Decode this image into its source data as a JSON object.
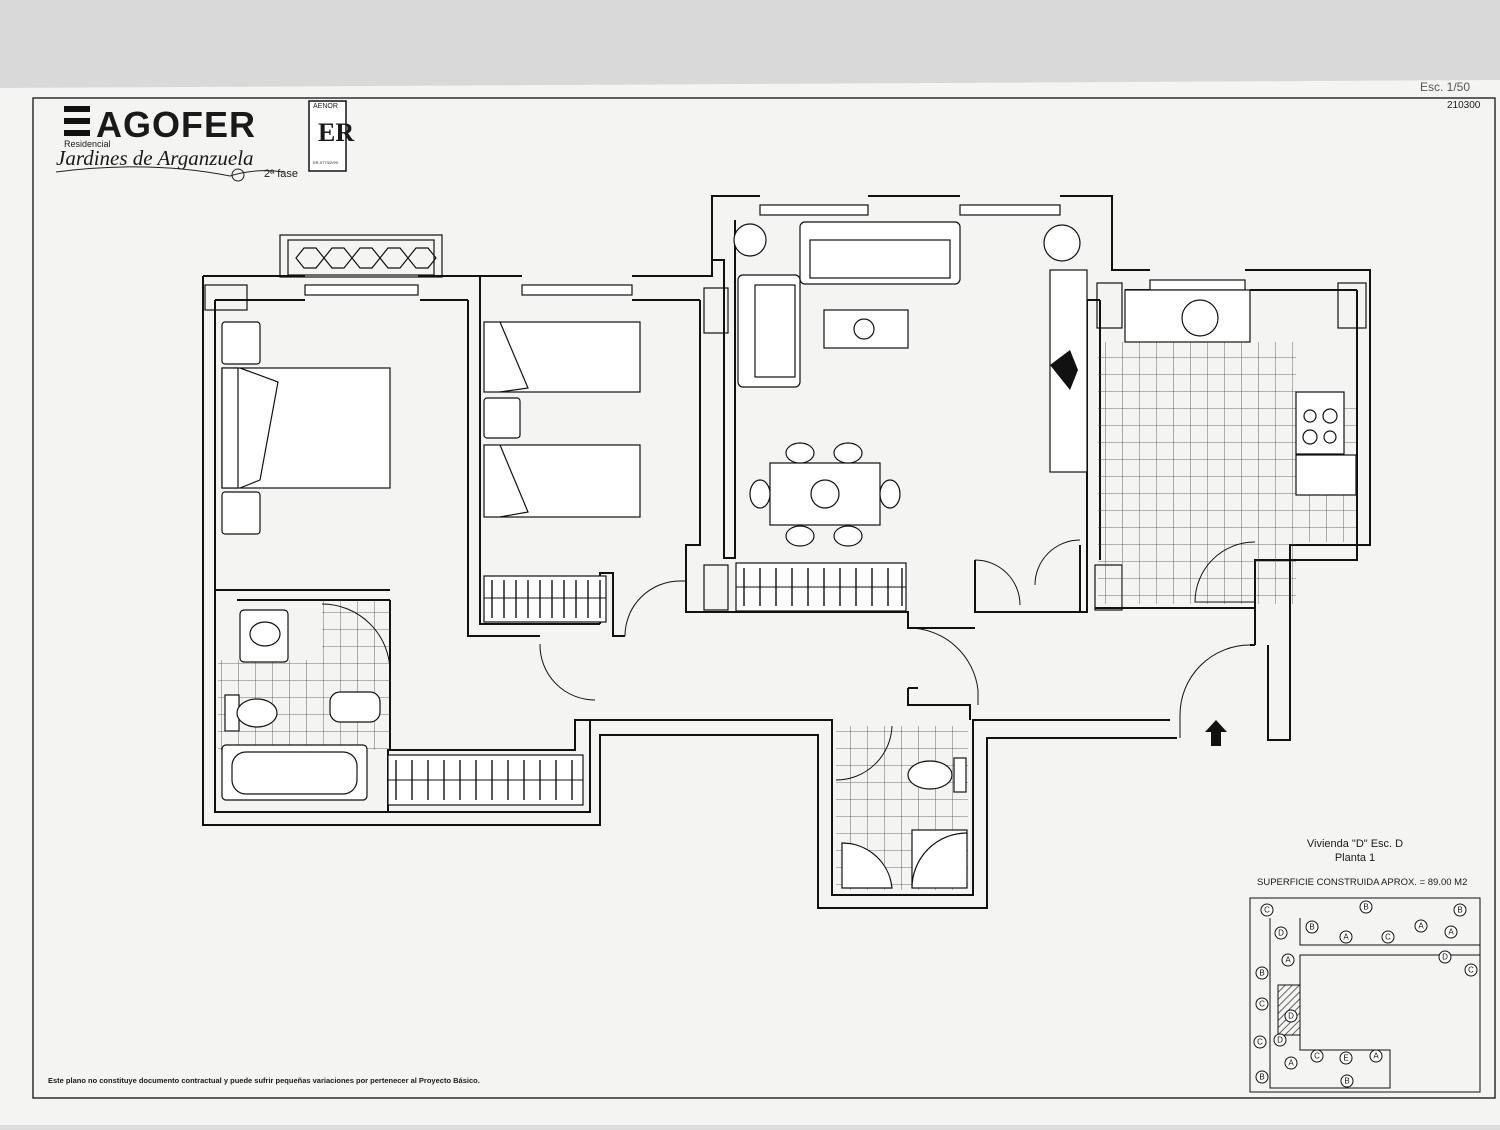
{
  "header": {
    "brand_name": "AGOFER",
    "brand_sub": "Residencial",
    "project_name": "Jardines de Arganzuela",
    "phase": "2ª fase",
    "cert_top": "AENOR",
    "cert_mark": "ER",
    "cert_bottom": "ER-0773/2/99"
  },
  "scale_label": "Esc. 1/50",
  "drawing_code": "210300",
  "plan": {
    "unit_title": "Vivienda \"D\" Esc. D",
    "floor": "Planta 1",
    "area_label": "SUPERFICIE CONSTRUIDA APROX. = 89.00 M2"
  },
  "key_plan": {
    "labels": [
      "C",
      "D",
      "B",
      "A",
      "B",
      "C",
      "A",
      "B",
      "A",
      "C",
      "A",
      "D",
      "C",
      "B",
      "C",
      "D",
      "D",
      "A",
      "C",
      "E",
      "A",
      "B",
      "B"
    ]
  },
  "disclaimer": "Este plano no constituye documento contractual y puede sufrir pequeñas variaciones por pertenecer al Proyecto Básico.",
  "colors": {
    "paper": "#f4f4f2",
    "ink": "#111111"
  }
}
